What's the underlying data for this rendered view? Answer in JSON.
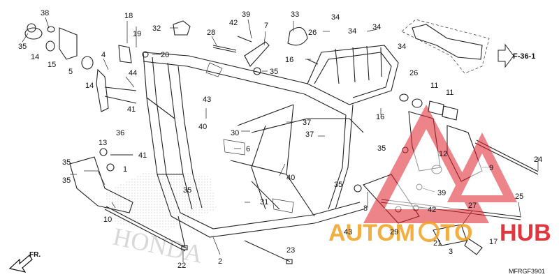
{
  "diagram": {
    "code": "MFRGF3901",
    "reference": "F-36-1",
    "direction_label": "FR.",
    "watermark_brand": "HONDA",
    "watermark": {
      "text_a": "AUTOM",
      "text_b": "TO",
      "text_c": "HUB",
      "color_orange": "#f0a020",
      "color_red": "#e0202a"
    },
    "callouts": [
      {
        "id": "c38",
        "text": "38"
      },
      {
        "id": "c35a",
        "text": "35"
      },
      {
        "id": "c14a",
        "text": "14"
      },
      {
        "id": "c15",
        "text": "15"
      },
      {
        "id": "c5",
        "text": "5"
      },
      {
        "id": "c18",
        "text": "18"
      },
      {
        "id": "c19",
        "text": "19"
      },
      {
        "id": "c20",
        "text": "20"
      },
      {
        "id": "c4",
        "text": "4"
      },
      {
        "id": "c14b",
        "text": "14"
      },
      {
        "id": "c44",
        "text": "44"
      },
      {
        "id": "c41a",
        "text": "41"
      },
      {
        "id": "c32",
        "text": "32"
      },
      {
        "id": "c28",
        "text": "28"
      },
      {
        "id": "c39",
        "text": "39"
      },
      {
        "id": "c42a",
        "text": "42"
      },
      {
        "id": "c7",
        "text": "7"
      },
      {
        "id": "c35b",
        "text": "35"
      },
      {
        "id": "c33",
        "text": "33"
      },
      {
        "id": "c26a",
        "text": "26"
      },
      {
        "id": "c34a",
        "text": "34"
      },
      {
        "id": "c34b",
        "text": "34"
      },
      {
        "id": "c34c",
        "text": "34"
      },
      {
        "id": "c34d",
        "text": "34"
      },
      {
        "id": "c16a",
        "text": "16"
      },
      {
        "id": "c26b",
        "text": "26"
      },
      {
        "id": "c43a",
        "text": "43"
      },
      {
        "id": "c40a",
        "text": "40"
      },
      {
        "id": "c30",
        "text": "30"
      },
      {
        "id": "c6",
        "text": "6"
      },
      {
        "id": "c37a",
        "text": "37"
      },
      {
        "id": "c37b",
        "text": "37"
      },
      {
        "id": "c16b",
        "text": "16"
      },
      {
        "id": "c11a",
        "text": "11"
      },
      {
        "id": "c11b",
        "text": "11"
      },
      {
        "id": "c36",
        "text": "36"
      },
      {
        "id": "c13",
        "text": "13"
      },
      {
        "id": "c41b",
        "text": "41"
      },
      {
        "id": "c12",
        "text": "12"
      },
      {
        "id": "c1",
        "text": "1"
      },
      {
        "id": "c35c",
        "text": "35"
      },
      {
        "id": "c35d",
        "text": "35"
      },
      {
        "id": "c35e",
        "text": "35"
      },
      {
        "id": "c10",
        "text": "10"
      },
      {
        "id": "c40b",
        "text": "40"
      },
      {
        "id": "c35f",
        "text": "35"
      },
      {
        "id": "c31",
        "text": "31"
      },
      {
        "id": "c35g",
        "text": "35"
      },
      {
        "id": "c39b",
        "text": "39"
      },
      {
        "id": "c9",
        "text": "9"
      },
      {
        "id": "c24",
        "text": "24"
      },
      {
        "id": "c8",
        "text": "8"
      },
      {
        "id": "c42b",
        "text": "42"
      },
      {
        "id": "c25",
        "text": "25"
      },
      {
        "id": "c27",
        "text": "27"
      },
      {
        "id": "c43b",
        "text": "43"
      },
      {
        "id": "c29",
        "text": "29"
      },
      {
        "id": "c21",
        "text": "21"
      },
      {
        "id": "c3",
        "text": "3"
      },
      {
        "id": "c17",
        "text": "17"
      },
      {
        "id": "c23",
        "text": "23"
      },
      {
        "id": "c2",
        "text": "2"
      },
      {
        "id": "c22",
        "text": "22"
      }
    ]
  }
}
